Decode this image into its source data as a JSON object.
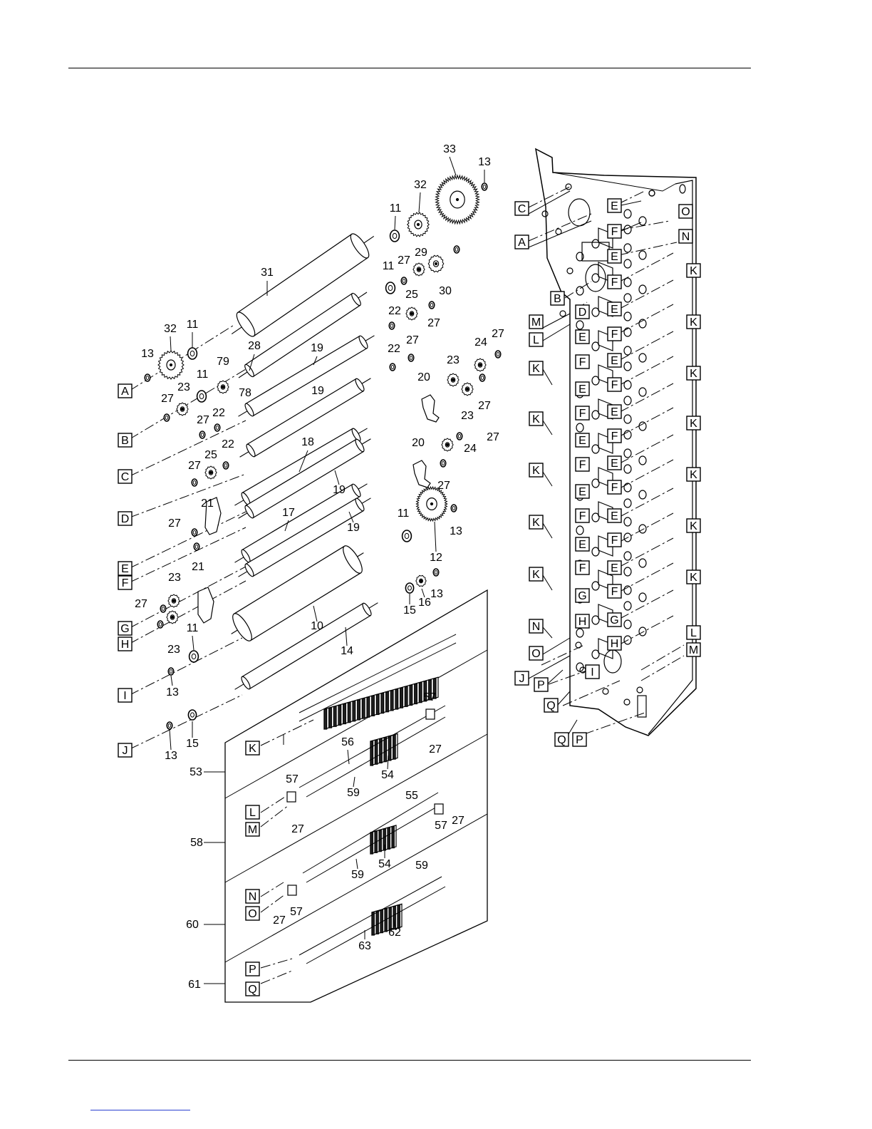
{
  "figure": {
    "part_labels": [
      "10",
      "11",
      "12",
      "13",
      "14",
      "15",
      "16",
      "17",
      "18",
      "19",
      "20",
      "21",
      "22",
      "23",
      "24",
      "25",
      "27",
      "28",
      "29",
      "30",
      "31",
      "32",
      "33",
      "53",
      "54",
      "55",
      "56",
      "57",
      "58",
      "59",
      "60",
      "61",
      "62",
      "63",
      "78",
      "79"
    ],
    "connector_letters": [
      "A",
      "B",
      "C",
      "D",
      "E",
      "F",
      "G",
      "H",
      "I",
      "J",
      "K",
      "L",
      "M",
      "N",
      "O",
      "P",
      "Q"
    ]
  }
}
